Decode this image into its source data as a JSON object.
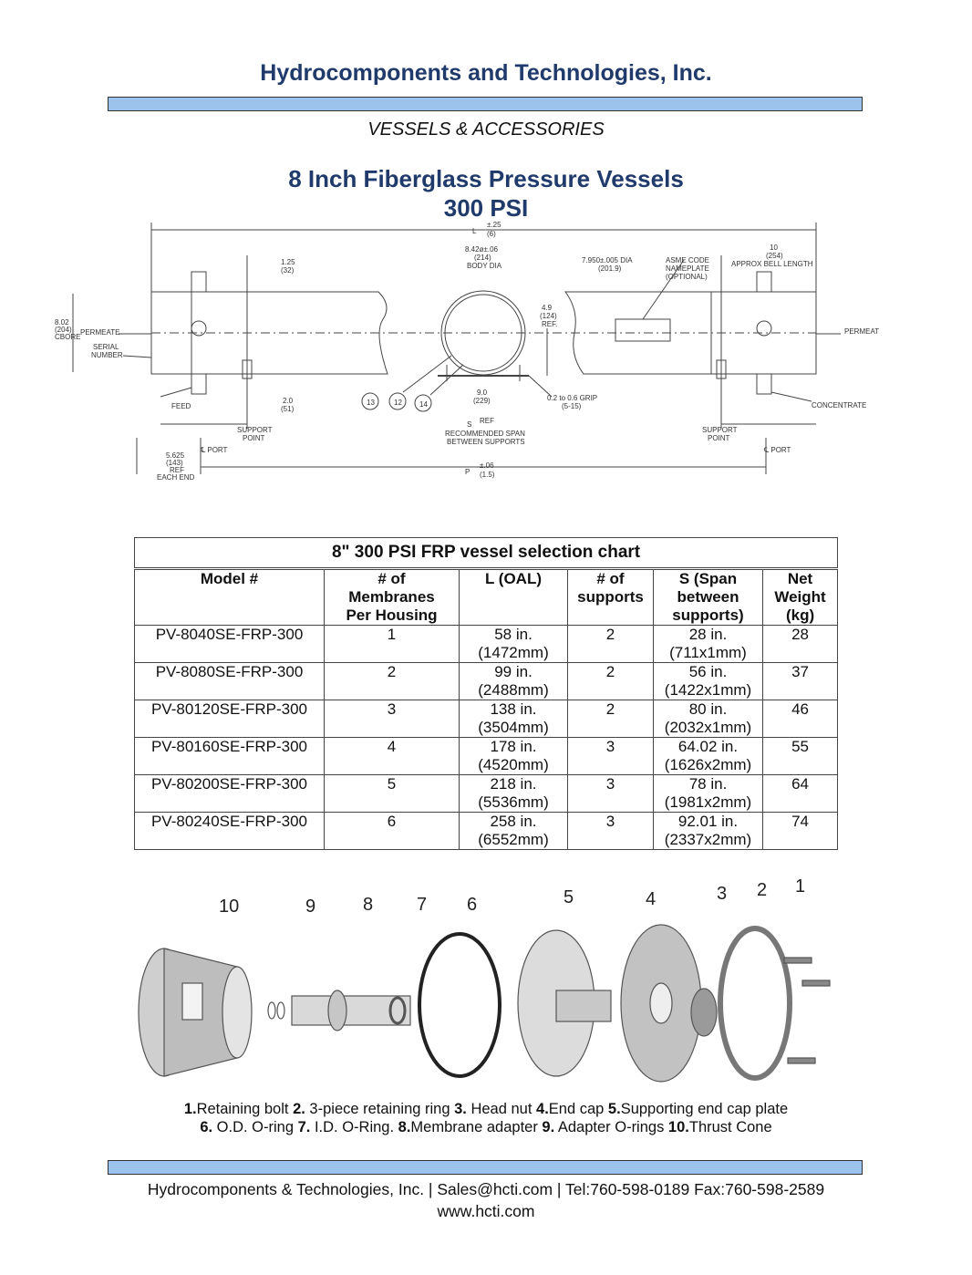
{
  "header": {
    "company": "Hydrocomponents and Technologies, Inc.",
    "section": "VESSELS & ACCESSORIES",
    "title_line1": "8 Inch Fiberglass Pressure Vessels",
    "title_line2": "300 PSI"
  },
  "drawing": {
    "L_label": "L",
    "L_tol": "±.25",
    "L_tol_mm": "(6)",
    "dim_125": "1.25",
    "dim_125_mm": "(32)",
    "body_dia": "8.42ø±.06",
    "body_dia_mm": "(214)",
    "body_dia_label": "BODY DIA",
    "bore_dia": "7.950±.005 DIA",
    "bore_dia_mm": "(201.9)",
    "asme_1": "ASME CODE",
    "asme_2": "NAMEPLATE",
    "asme_3": "(OPTIONAL)",
    "bell_1": "10",
    "bell_2": "(254)",
    "bell_3": "APPROX BELL LENGTH",
    "bore_1": "8.02",
    "bore_2": "(204)",
    "bore_3": "CBORE",
    "permeate_left": "PERMEATE",
    "serial_1": "SERIAL",
    "serial_2": "NUMBER",
    "ref_1": "4.9",
    "ref_2": "(124)",
    "ref_3": "REF.",
    "permeat_right": "PERMEAT",
    "feed": "FEED",
    "dim_20": "2.0",
    "dim_20_mm": "(51)",
    "callout_13": "13",
    "callout_12": "12",
    "callout_14": "14",
    "dim_90": "9.0",
    "dim_90_mm": "(229)",
    "grip_1": "0.2  to  0.6  GRIP",
    "grip_2": "(5-15)",
    "concentrate": "CONCENTRATE",
    "support_1": "SUPPORT",
    "support_2": "POINT",
    "s_label": "S",
    "s_ref": "REF",
    "span_1": "RECOMMENDED  SPAN",
    "span_2": "BETWEEN  SUPPORTS",
    "port": "℄ PORT",
    "each_1": "5.625",
    "each_2": "(143)",
    "each_3": "REF",
    "each_4": "EACH  END",
    "P_label": "P",
    "P_tol": "±.06",
    "P_tol_mm": "(1.5)"
  },
  "chart": {
    "title": "8\" 300 PSI FRP vessel selection chart",
    "columns": [
      [
        "Model #"
      ],
      [
        "# of",
        "Membranes",
        "Per Housing"
      ],
      [
        "L (OAL)"
      ],
      [
        "# of",
        "supports"
      ],
      [
        "S (Span",
        "between",
        "supports)"
      ],
      [
        "Net",
        "Weight",
        "(kg)"
      ]
    ],
    "rows": [
      {
        "model": "PV-8040SE-FRP-300",
        "membranes": "1",
        "l_in": "58 in.",
        "l_mm": "(1472mm)",
        "supports": "2",
        "s_in": "28 in.",
        "s_mm": "(711x1mm)",
        "weight": "28"
      },
      {
        "model": "PV-8080SE-FRP-300",
        "membranes": "2",
        "l_in": "99 in.",
        "l_mm": "(2488mm)",
        "supports": "2",
        "s_in": "56 in.",
        "s_mm": "(1422x1mm)",
        "weight": "37"
      },
      {
        "model": "PV-80120SE-FRP-300",
        "membranes": "3",
        "l_in": "138 in.",
        "l_mm": "(3504mm)",
        "supports": "2",
        "s_in": "80 in.",
        "s_mm": "(2032x1mm)",
        "weight": "46"
      },
      {
        "model": "PV-80160SE-FRP-300",
        "membranes": "4",
        "l_in": "178 in.",
        "l_mm": "(4520mm)",
        "supports": "3",
        "s_in": "64.02 in.",
        "s_mm": "(1626x2mm)",
        "weight": "55"
      },
      {
        "model": "PV-80200SE-FRP-300",
        "membranes": "5",
        "l_in": "218 in.",
        "l_mm": "(5536mm)",
        "supports": "3",
        "s_in": "78 in.",
        "s_mm": "(1981x2mm)",
        "weight": "64"
      },
      {
        "model": "PV-80240SE-FRP-300",
        "membranes": "6",
        "l_in": "258 in.",
        "l_mm": "(6552mm)",
        "supports": "3",
        "s_in": "92.01 in.",
        "s_mm": "(2337x2mm)",
        "weight": "74"
      }
    ]
  },
  "parts": {
    "numbers": [
      "10",
      "9",
      "8",
      "7",
      "6",
      "5",
      "4",
      "3",
      "2",
      "1"
    ],
    "caption_line1": [
      {
        "n": "1.",
        "t": "Retaining bolt "
      },
      {
        "n": "2.",
        "t": " 3-piece retaining ring "
      },
      {
        "n": "3.",
        "t": " Head nut "
      },
      {
        "n": "4.",
        "t": "End cap "
      },
      {
        "n": "5.",
        "t": "Supporting end cap plate"
      }
    ],
    "caption_line2": [
      {
        "n": "6.",
        "t": " O.D. O-ring "
      },
      {
        "n": "7.",
        "t": " I.D. O-Ring. "
      },
      {
        "n": "8.",
        "t": "Membrane adapter "
      },
      {
        "n": "9.",
        "t": " Adapter O-rings "
      },
      {
        "n": "10.",
        "t": "Thrust Cone"
      }
    ]
  },
  "footer": {
    "line1": "Hydrocomponents & Technologies, Inc. | Sales@hcti.com | Tel:760-598-0189 Fax:760-598-2589",
    "line2": "www.hcti.com"
  }
}
